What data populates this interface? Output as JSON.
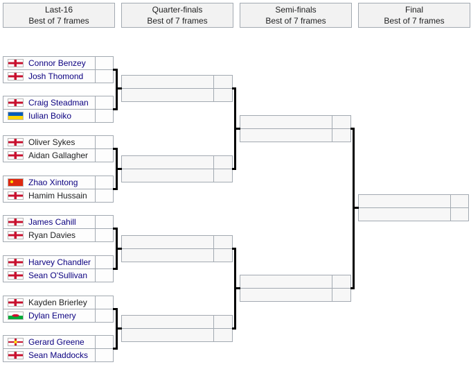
{
  "rounds": [
    {
      "title": "Last-16",
      "subtitle": "Best of 7 frames"
    },
    {
      "title": "Quarter-finals",
      "subtitle": "Best of 7 frames"
    },
    {
      "title": "Semi-finals",
      "subtitle": "Best of 7 frames"
    },
    {
      "title": "Final",
      "subtitle": "Best of 7 frames"
    }
  ],
  "players": [
    {
      "name": "Connor Benzey",
      "flag": "england",
      "linked": true,
      "score": ""
    },
    {
      "name": "Josh Thomond",
      "flag": "england",
      "linked": true,
      "score": ""
    },
    {
      "name": "Craig Steadman",
      "flag": "england",
      "linked": true,
      "score": ""
    },
    {
      "name": "Iulian Boiko",
      "flag": "ukraine",
      "linked": true,
      "score": ""
    },
    {
      "name": "Oliver Sykes",
      "flag": "england",
      "linked": false,
      "score": ""
    },
    {
      "name": "Aidan Gallagher",
      "flag": "england",
      "linked": false,
      "score": ""
    },
    {
      "name": "Zhao Xintong",
      "flag": "china",
      "linked": true,
      "score": ""
    },
    {
      "name": "Hamim Hussain",
      "flag": "england",
      "linked": false,
      "score": ""
    },
    {
      "name": "James Cahill",
      "flag": "england",
      "linked": true,
      "score": ""
    },
    {
      "name": "Ryan Davies",
      "flag": "england",
      "linked": false,
      "score": ""
    },
    {
      "name": "Harvey Chandler",
      "flag": "england",
      "linked": true,
      "score": ""
    },
    {
      "name": "Sean O'Sullivan",
      "flag": "england",
      "linked": true,
      "score": ""
    },
    {
      "name": "Kayden Brierley",
      "flag": "england",
      "linked": false,
      "score": ""
    },
    {
      "name": "Dylan Emery",
      "flag": "wales",
      "linked": true,
      "score": ""
    },
    {
      "name": "Gerard Greene",
      "flag": "northern-ireland",
      "linked": true,
      "score": ""
    },
    {
      "name": "Sean Maddocks",
      "flag": "england",
      "linked": true,
      "score": ""
    }
  ],
  "colors": {
    "linked_name": "#0b0080",
    "plain_name": "#202122",
    "header_bg": "#f2f2f2",
    "box_border": "#a2a9b1",
    "empty_box_bg": "#f7f7f7",
    "connector": "#000000"
  }
}
